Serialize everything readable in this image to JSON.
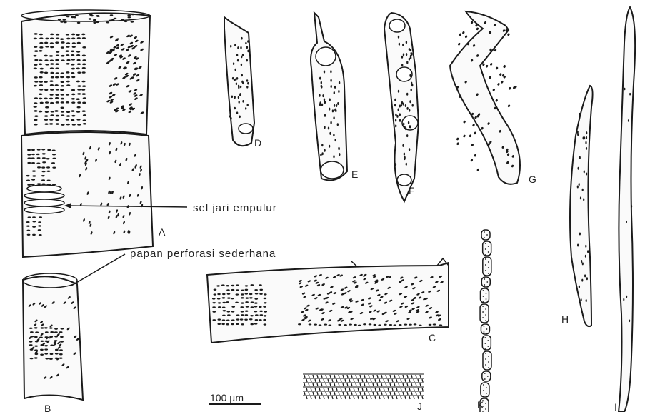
{
  "labels": {
    "A": "A",
    "B": "B",
    "C": "C",
    "D": "D",
    "E": "E",
    "F": "F",
    "G": "G",
    "H": "H",
    "I": "I",
    "J": "J",
    "K": "K"
  },
  "annotations": {
    "ray_contact": "sel jari empulur",
    "perforation_plate": "papan perforasi sederhana"
  },
  "scale_bar": {
    "label": "100 µm"
  }
}
